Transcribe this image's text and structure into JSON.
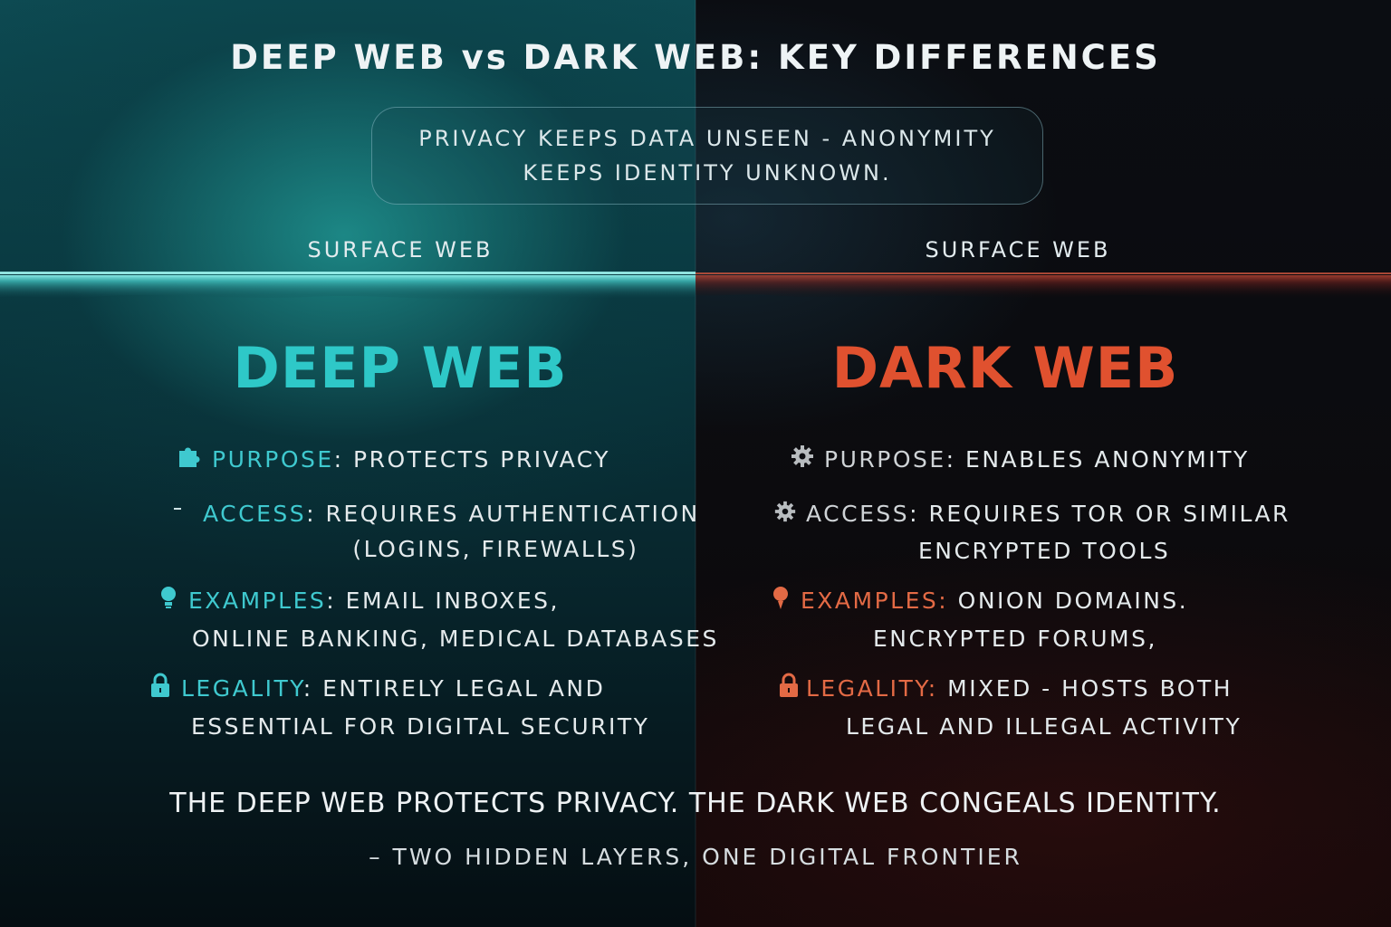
{
  "title": "DEEP WEB vs DARK WEB: KEY DIFFERENCES",
  "quote": {
    "line1": "PRIVACY KEEPS DATA UNSEEN - ANONYMITY",
    "line2": "KEEPS IDENTITY UNKNOWN."
  },
  "colors": {
    "deep_accent": "#2ec8c8",
    "dark_accent": "#e0512f",
    "dark_neutral": "#cfd3d6"
  },
  "deep": {
    "surface_label": "SURFACE WEB",
    "title": "DEEP WEB",
    "items": [
      {
        "icon": "puzzle-icon",
        "keyword": "PURPOSE",
        "sep": ":",
        "text": " PROTECTS PRIVACY",
        "line2": ""
      },
      {
        "icon": "dash-mark",
        "keyword": "ACCESS",
        "sep": ":",
        "text": " REQUIRES AUTHENTICATION",
        "line2": "(LOGINS, FIREWALLS)"
      },
      {
        "icon": "lightbulb-icon",
        "keyword": "EXAMPLES",
        "sep": ":",
        "text": " EMAIL INBOXES,",
        "line2": "ONLINE BANKING, MEDICAL DATABASES"
      },
      {
        "icon": "lock-icon",
        "keyword": "LEGALITY",
        "sep": ":",
        "text": " ENTIRELY LEGAL AND",
        "line2": "ESSENTIAL FOR DIGITAL SECURITY"
      }
    ]
  },
  "dark": {
    "surface_label": "SURFACE WEB",
    "title": "DARK WEB",
    "items": [
      {
        "icon": "gear-icon",
        "keyword": "PURPOSE",
        "sep": ":",
        "text": " ENABLES ANONYMITY",
        "line2": ""
      },
      {
        "icon": "gear-icon",
        "keyword": "ACCESS",
        "sep": ":",
        "text": " REQUIRES TOR OR SIMILAR",
        "line2": "ENCRYPTED TOOLS"
      },
      {
        "icon": "pin-icon",
        "keyword": "EXAMPLES",
        "sep": ":",
        "text": " ONION DOMAINS.",
        "line2": "ENCRYPTED FORUMS,"
      },
      {
        "icon": "lock-icon",
        "keyword": "LEGALITY",
        "sep": ":",
        "text": " MIXED - HOSTS BOTH",
        "line2": "LEGAL AND ILLEGAL ACTIVITY"
      }
    ]
  },
  "footer": {
    "main": "THE DEEP WEB PROTECTS PRIVACY.  THE DARK WEB CONGEALS IDENTITY.",
    "sub": "– TWO HIDDEN LAYERS, ONE DIGITAL FRONTIER"
  }
}
